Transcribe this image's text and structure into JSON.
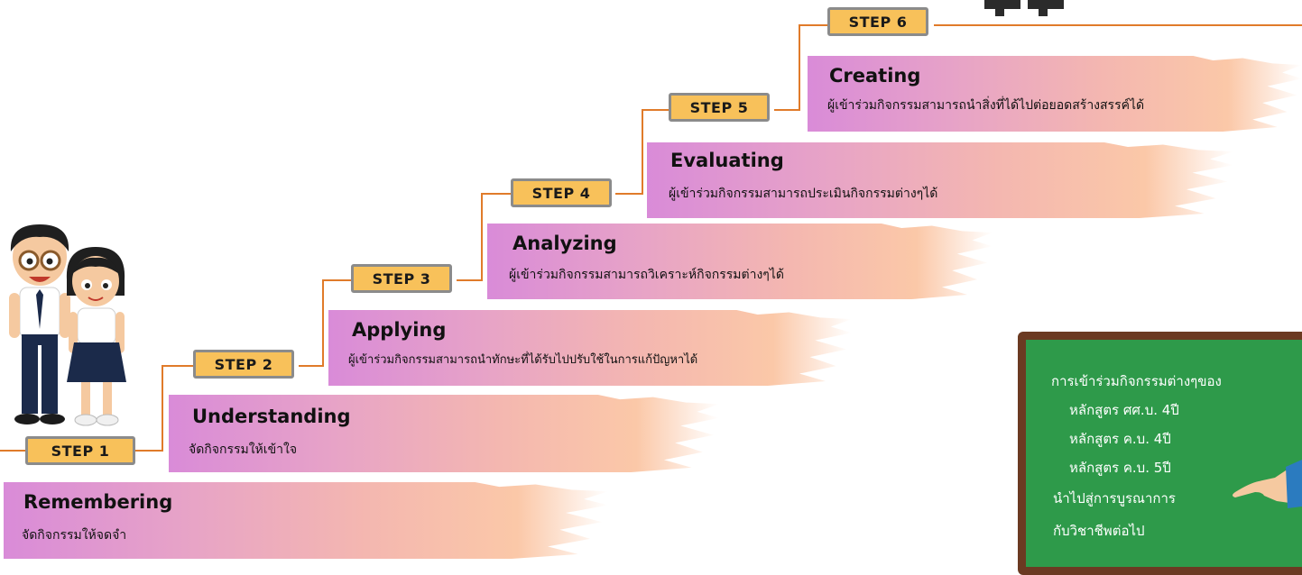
{
  "steps": [
    {
      "badge": "STEP 1",
      "title": "Remembering",
      "desc": "จัดกิจกรรมให้จดจำ"
    },
    {
      "badge": "STEP 2",
      "title": "Understanding",
      "desc": "จัดกิจกรรมให้เข้าใจ"
    },
    {
      "badge": "STEP 3",
      "title": "Applying",
      "desc": "ผู้เข้าร่วมกิจกรรมสามารถนำทักษะที่ได้รับไปปรับใช้ในการแก้ปัญหาได้"
    },
    {
      "badge": "STEP 4",
      "title": "Analyzing",
      "desc": "ผู้เข้าร่วมกิจกรรมสามารถวิเคราะห์กิจกรรมต่างๆได้"
    },
    {
      "badge": "STEP 5",
      "title": "Evaluating",
      "desc": "ผู้เข้าร่วมกิจกรรมสามารถประเมินกิจกรรมต่างๆได้"
    },
    {
      "badge": "STEP 6",
      "title": "Creating",
      "desc": "ผู้เข้าร่วมกิจกรรมสามารถนำสิ่งที่ได้ไปต่อยอดสร้างสรรค์ได้"
    }
  ],
  "board": {
    "lines": [
      "การเข้าร่วมกิจกรรมต่างๆของ",
      "หลักสูตร ศศ.บ. 4ปี",
      "หลักสูตร ค.บ. 4ปี",
      "หลักสูตร ค.บ. 5ปี",
      "นำไปสู่การบูรณาการ",
      "กับวิชาชีพต่อไป"
    ]
  },
  "colors": {
    "badge_fill": "#f8c15a",
    "badge_border": "#8b8b8b",
    "connector": "#e07b2a",
    "brush_start": "#d98bd8",
    "brush_end": "#fbc8a8",
    "board_green": "#2e9a4a",
    "board_frame": "#6b3a22"
  },
  "illustrations": [
    "student-boy-icon",
    "student-girl-icon",
    "teacher-hand-icon",
    "person-top-icon"
  ]
}
